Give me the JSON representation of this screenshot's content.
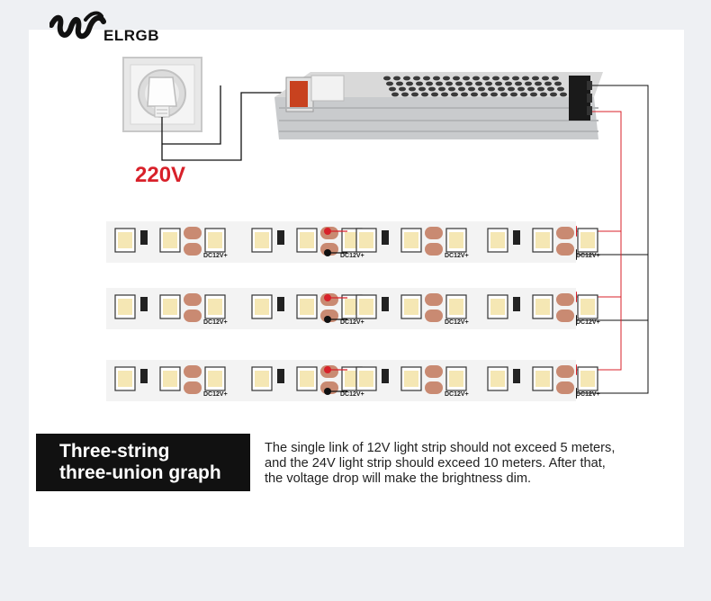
{
  "brand": {
    "logo_text": "ELRGB",
    "logo_icon": "elrgb-wave-logo"
  },
  "diagram": {
    "voltage_label": "220V",
    "strip_labels": [
      "DC12V+",
      "DC12V+",
      "DC12V+",
      "DC12V+"
    ],
    "strip_count": 3,
    "colors": {
      "positive_wire": "#d8212a",
      "negative_wire": "#111111",
      "strip_pcb": "#f3f3f3",
      "solder_pad": "#c98a72",
      "led_chip": "#f5e7b4"
    }
  },
  "title": {
    "line1": "Three-string",
    "line2": "three-union graph"
  },
  "description": {
    "line1": "The single link of 12V light strip should not exceed 5 meters,",
    "line2": "and the 24V light strip should exceed 10 meters. After that,",
    "line3": "the voltage drop will make the brightness dim."
  }
}
